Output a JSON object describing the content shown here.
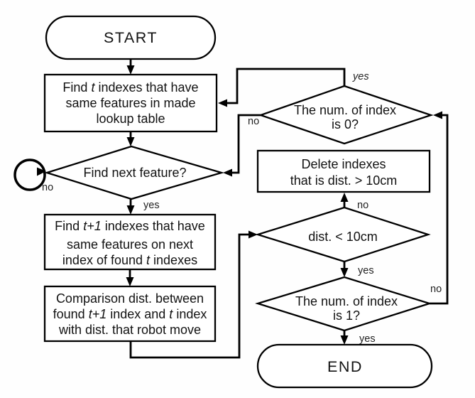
{
  "figure": {
    "type": "flowchart",
    "background": "#ffffff",
    "line_color": "#000000",
    "nodes": {
      "start": {
        "type": "terminator",
        "label": "START"
      },
      "find_t_box": {
        "type": "process",
        "lines": [
          [
            {
              "t": "Find "
            },
            {
              "t": "t",
              "i": true
            },
            {
              "t": " indexes that have"
            }
          ],
          [
            {
              "t": "same features in made"
            }
          ],
          [
            {
              "t": "lookup table"
            }
          ]
        ]
      },
      "find_next_decision": {
        "type": "decision",
        "lines": [
          [
            {
              "t": "Find next feature?"
            }
          ]
        ]
      },
      "find_t1_box": {
        "type": "process",
        "lines": [
          [
            {
              "t": "Find "
            },
            {
              "t": "t+1",
              "i": true
            },
            {
              "t": " indexes that have"
            }
          ],
          [
            {
              "t": "same features on next"
            }
          ],
          [
            {
              "t": "index of found "
            },
            {
              "t": "t",
              "i": true
            },
            {
              "t": " indexes"
            }
          ]
        ]
      },
      "comparison_box": {
        "type": "process",
        "lines": [
          [
            {
              "t": "Comparison dist. between"
            }
          ],
          [
            {
              "t": "found "
            },
            {
              "t": "t+1",
              "i": true
            },
            {
              "t": " index and "
            },
            {
              "t": "t",
              "i": true
            },
            {
              "t": " index"
            }
          ],
          [
            {
              "t": "with dist. that robot move"
            }
          ]
        ]
      },
      "num_index_0_decision": {
        "type": "decision",
        "lines": [
          [
            {
              "t": "The num. of index"
            }
          ],
          [
            {
              "t": "is 0?"
            }
          ]
        ]
      },
      "delete_box": {
        "type": "process",
        "lines": [
          [
            {
              "t": "Delete indexes"
            }
          ],
          [
            {
              "t": "that is dist. > 10cm"
            }
          ]
        ]
      },
      "dist_decision": {
        "type": "decision",
        "lines": [
          [
            {
              "t": "dist. < 10cm"
            }
          ]
        ]
      },
      "num_index_1_decision": {
        "type": "decision",
        "lines": [
          [
            {
              "t": "The num. of index"
            }
          ],
          [
            {
              "t": "is 1?"
            }
          ]
        ]
      },
      "end": {
        "type": "terminator",
        "label": "END"
      }
    },
    "edge_labels": {
      "num0_yes": "yes",
      "num0_no": "no",
      "find_next_no": "no",
      "find_next_yes": "yes",
      "dist_no": "no",
      "dist_yes": "yes",
      "num1_no": "no",
      "num1_yes": "yes"
    }
  }
}
